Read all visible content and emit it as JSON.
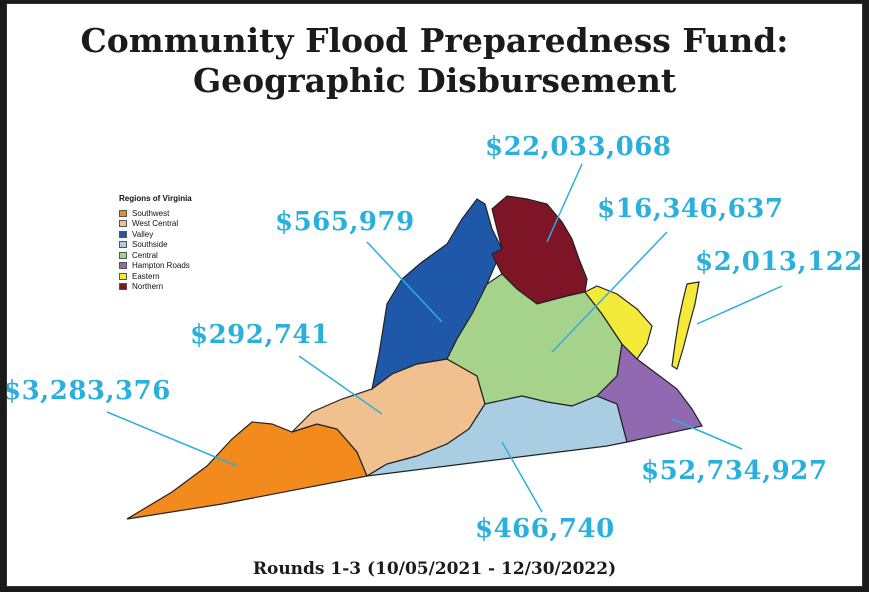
{
  "title_line1": "Community Flood Preparedness Fund:",
  "title_line2": "Geographic Disbursement",
  "subtitle": "Rounds 1-3 (10/05/2021 - 12/30/2022)",
  "legend": {
    "title": "Regions of Virginia",
    "items": [
      {
        "label": "Southwest",
        "color": "#f28a1e"
      },
      {
        "label": "West Central",
        "color": "#f0c08e"
      },
      {
        "label": "Valley",
        "color": "#1f58a8"
      },
      {
        "label": "Southside",
        "color": "#a9cde3"
      },
      {
        "label": "Central",
        "color": "#a6d38c"
      },
      {
        "label": "Hampton Roads",
        "color": "#9069b0"
      },
      {
        "label": "Eastern",
        "color": "#f4ea3a"
      },
      {
        "label": "Northern",
        "color": "#7e1527"
      }
    ]
  },
  "amounts": {
    "northern": "$22,033,068",
    "valley": "$565,979",
    "central": "$16,346,637",
    "eastern": "$2,013,122",
    "west_central": "$292,741",
    "southwest": "$3,283,376",
    "hampton_roads": "$52,734,927",
    "southside": "$466,740"
  },
  "amount_color": "#2ab0dd"
}
